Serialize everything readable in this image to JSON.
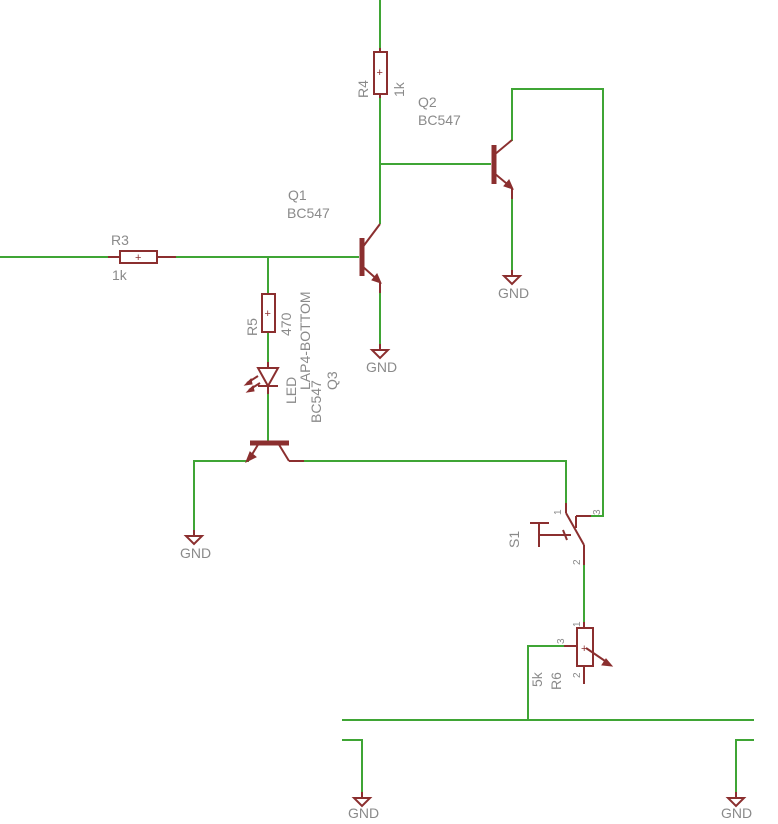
{
  "components": {
    "r3": {
      "name": "R3",
      "value": "1k"
    },
    "r4": {
      "name": "R4",
      "value": "1k"
    },
    "r5": {
      "name": "R5",
      "value": "470"
    },
    "r6": {
      "name": "R6",
      "value": "5k"
    },
    "q1": {
      "name": "Q1",
      "value": "BC547"
    },
    "q2": {
      "name": "Q2",
      "value": "BC547"
    },
    "q3": {
      "name": "Q3",
      "value": "BC547"
    },
    "led": {
      "name": "LED",
      "value": "LAP4-BOTTOM"
    },
    "s1": {
      "name": "S1"
    }
  },
  "ground_label": "GND",
  "plus_sign": "+",
  "pins": {
    "p1": "1",
    "p2": "2",
    "p3": "3"
  },
  "colors": {
    "wire": "#3fa535",
    "part": "#8b2f2f",
    "label": "#8a8a8a"
  }
}
